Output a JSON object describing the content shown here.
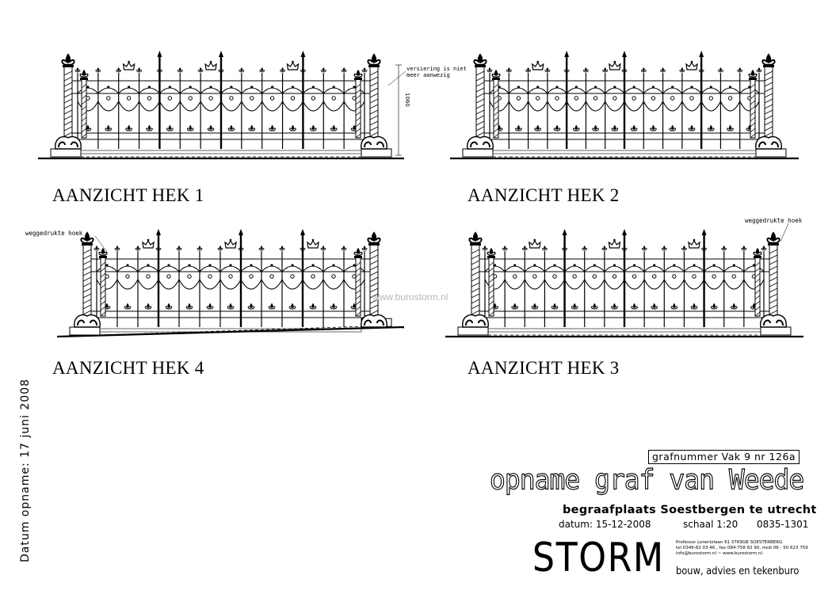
{
  "views": [
    {
      "title": "AANZICHT HEK 1"
    },
    {
      "title": "AANZICHT HEK 2"
    },
    {
      "title": "AANZICHT HEK 4"
    },
    {
      "title": "AANZICHT HEK 3"
    }
  ],
  "annotations": {
    "ornament_note_line1": "versiering is niet",
    "ornament_note_line2": "meer aanwezig",
    "height_dimension": "1060",
    "corner_note_left": "weggedrukte hoek",
    "corner_note_right": "weggedrukte hoek"
  },
  "watermark": "www.burostorm.nl",
  "survey_date": "Datum opname: 17 juni 2008",
  "titleblock": {
    "grave_number": "grafnummer Vak 9 nr 126a",
    "project_title": "opname graf van Weede",
    "location": "begraafplaats Soestbergen te utrecht",
    "date_label": "datum: 15-12-2008",
    "scale_label": "schaal 1:20",
    "drawing_number": "0835-1301",
    "company_name": "STORM",
    "address_line1": "Professor Lorentzlaan 91  3769GB  SOESTERBERG",
    "address_line2": "tel 0346-82 03 46 ,  fax 084-758 82 90, mob 06 - 50 623 759",
    "address_line3": "info@burostorm.nl   ~   www.burostorm.nl",
    "tagline": "bouw, advies en tekenburo"
  }
}
